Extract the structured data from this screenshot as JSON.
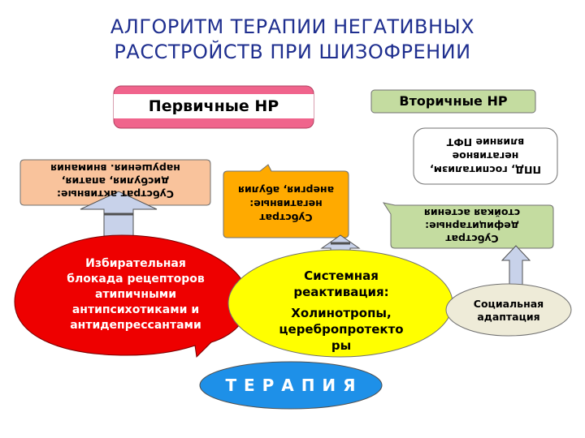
{
  "title": {
    "line1": "АЛГОРИТМ ТЕРАПИИ НЕГАТИВНЫХ",
    "line2": "РАССТРОЙСТВ ПРИ ШИЗОФРЕНИИ"
  },
  "primary_label": "Первичные НР",
  "secondary_label": "Вторичные НР",
  "substrate_active": {
    "line1": "Субстрат активные:",
    "line2": "дисбулия, апатия,",
    "line3": "нарушения. внимания"
  },
  "substrate_negative": {
    "line1": "Субстрат",
    "line2": "негативные:",
    "line3": "анергия, абулия"
  },
  "factors_box": {
    "line1": "ППД, госпитализм,",
    "line2": "негативное",
    "line3": "влияние ПФТ"
  },
  "substrate_deficit": {
    "line1": "Субстрат",
    "line2": "дефицитарные:",
    "line3": "стойкая астения"
  },
  "red_oval": {
    "line1": "Избирательная",
    "line2": "блокада рецепторов",
    "line3": "атипичными",
    "line4": "антипсихотиками и",
    "line5": "антидепрессантами"
  },
  "yellow_oval": {
    "line1": "Системная",
    "line2": "реактивация:",
    "line3": "Холинотропы,",
    "line4": "церебропротекто",
    "line5": "ры"
  },
  "social_adaptation": {
    "line1": "Социальная",
    "line2": "адаптация"
  },
  "therapy_label": "Т Е Р А П И Я",
  "colors": {
    "title": "#1f2f8f",
    "pink": "#f0648c",
    "peach": "#f9c39c",
    "orange": "#ffaa00",
    "green": "#c4dca0",
    "red": "#ee0000",
    "yellow": "#ffff00",
    "beige": "#eeebd8",
    "blue": "#1e90e8",
    "arrow": "#c8d2ea"
  }
}
